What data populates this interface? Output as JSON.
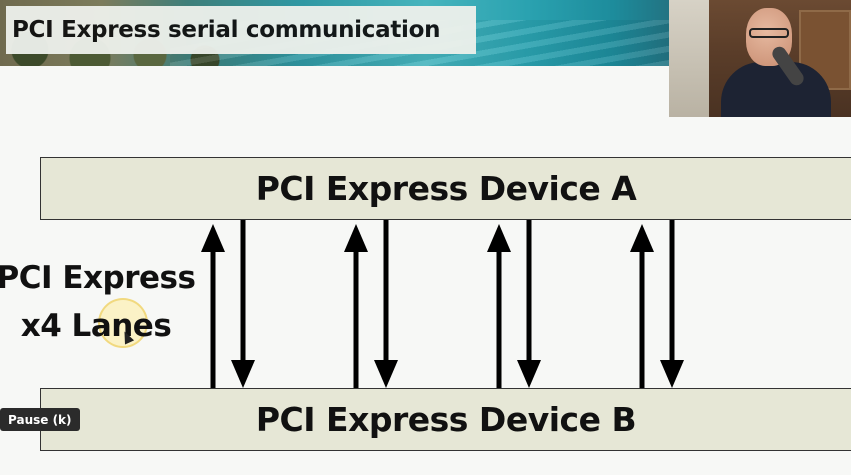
{
  "slide": {
    "title": "PCI Express serial communication",
    "device_a_label": "PCI Express Device A",
    "device_b_label": "PCI Express Device B",
    "side_label_line1": "PCI Express",
    "side_label_line2": "x4 Lanes"
  },
  "player": {
    "pause_tooltip": "Pause (k)"
  },
  "colors": {
    "device_fill": "#e6e7d6",
    "arrow": "#000000",
    "title_box": "#eef1ec"
  },
  "icons": [
    "up-arrow-icon",
    "down-arrow-icon",
    "mouse-cursor-icon"
  ]
}
